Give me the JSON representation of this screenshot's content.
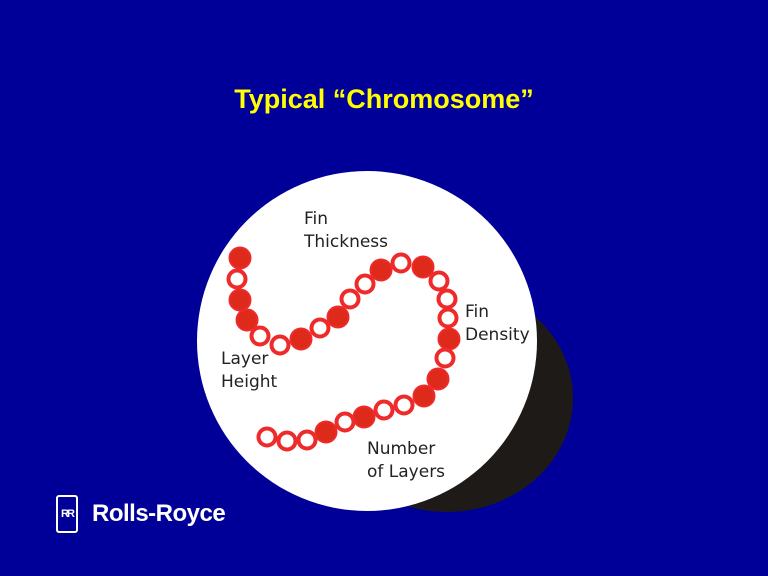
{
  "slide": {
    "title": "Typical “Chromosome”",
    "labels": {
      "fin_thickness": [
        "Fin",
        "Thickness"
      ],
      "fin_density": [
        "Fin",
        "Density"
      ],
      "layer_height": [
        "Layer",
        "Height"
      ],
      "number_of_layers": [
        "Number",
        "of Layers"
      ]
    },
    "colors": {
      "background": "#000099",
      "title": "#ffff00",
      "bead": "#ee2a2a",
      "bead_fill": "#dd2a1a"
    }
  },
  "logo": {
    "monogram": "RR",
    "brand": "Rolls-Royce"
  }
}
